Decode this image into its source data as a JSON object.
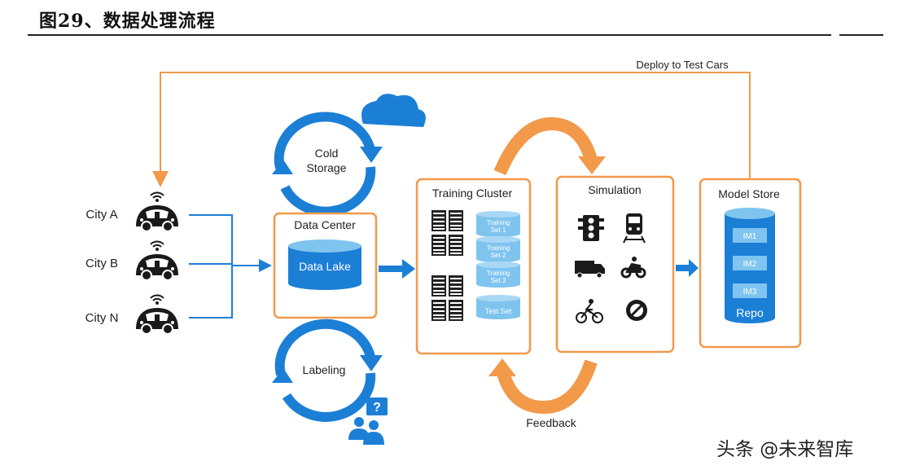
{
  "figure": {
    "title": "图29、数据处理流程",
    "watermark": "头条 @未来智库"
  },
  "diagram": {
    "deploy_label": "Deploy to Test Cars",
    "feedback_label": "Feedback",
    "cities": [
      "City A",
      "City B",
      "City N"
    ],
    "data_center": {
      "title": "Data Center",
      "storage": "Data Lake"
    },
    "cold_storage": {
      "line1": "Cold",
      "line2": "Storage"
    },
    "labeling": "Labeling",
    "training_cluster": {
      "title": "Training Cluster",
      "sets": [
        {
          "line1": "Training",
          "line2": "Set 1"
        },
        {
          "line1": "Training",
          "line2": "Set 2"
        },
        {
          "line1": "Training",
          "line2": "Set 3"
        }
      ],
      "test_set": "Test Set"
    },
    "simulation": {
      "title": "Simulation"
    },
    "model_store": {
      "title": "Model Store",
      "models": [
        "IM1",
        "IM2",
        "IM3"
      ],
      "repo": "Repo"
    }
  },
  "colors": {
    "orange": "#f2994a",
    "blue": "#1c7fd6",
    "light_blue": "#7fc4ef",
    "dark": "#1a1a1a"
  },
  "icons": [
    "cloud-icon",
    "car-icon",
    "wifi-icon",
    "server-rack-icon",
    "traffic-light-icon",
    "train-icon",
    "truck-icon",
    "motorcycle-icon",
    "bicycle-icon",
    "no-entry-icon",
    "people-question-icon"
  ]
}
